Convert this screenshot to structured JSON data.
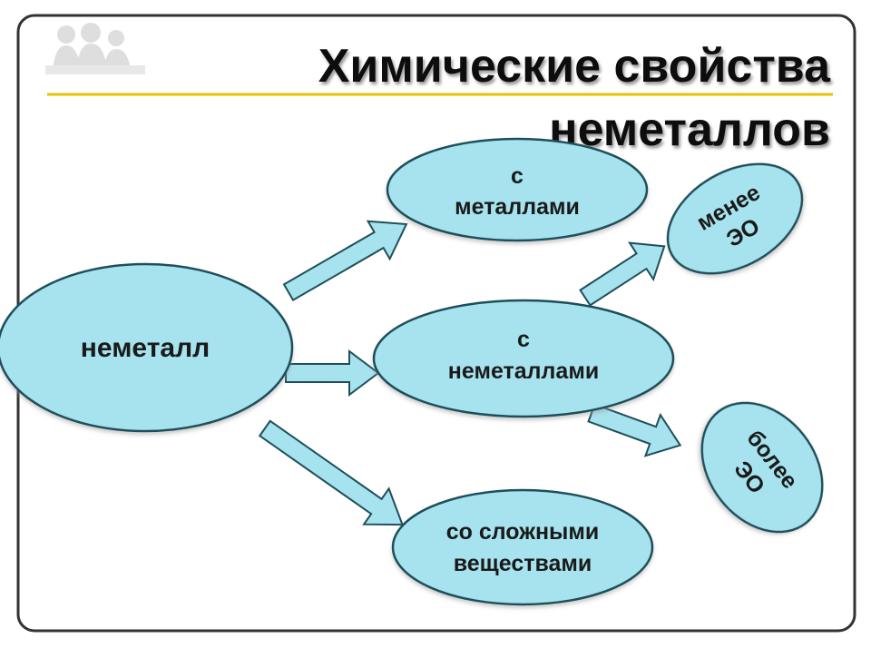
{
  "title": {
    "line1": "Химические свойства",
    "line2": "неметаллов"
  },
  "logo": {
    "icon": "people-silhouette-icon"
  },
  "colors": {
    "node_fill": "#a6e3ee",
    "node_stroke": "#1f4f5a",
    "rule": "#e6c200",
    "frame": "#333333"
  },
  "nodes": {
    "nonmetal": "неметалл",
    "with_metals": [
      "с",
      "металлами"
    ],
    "with_nonmetals": [
      "с",
      "неметаллами"
    ],
    "with_complex": [
      "со сложными",
      "веществами"
    ],
    "less_en": [
      "менее",
      "ЭО"
    ],
    "more_en": [
      "более",
      "ЭО"
    ]
  }
}
